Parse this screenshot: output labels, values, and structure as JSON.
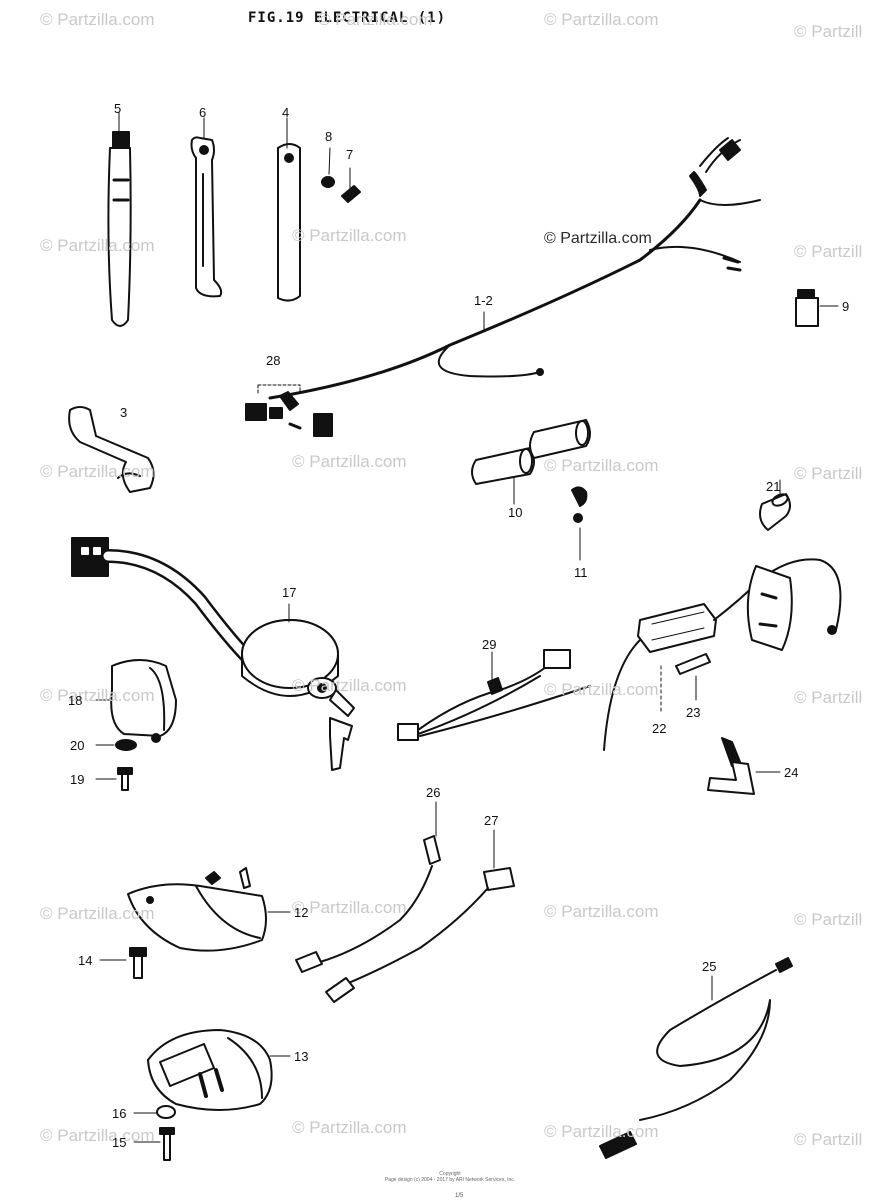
{
  "figure": {
    "title": "FIG.19 ELECTRICAL (1)"
  },
  "watermark": {
    "text": "© Partzilla.com",
    "text_short": "© Partzill"
  },
  "part_numbers": {
    "p1_2": "1-2",
    "p3": "3",
    "p4": "4",
    "p5": "5",
    "p6": "6",
    "p7": "7",
    "p8": "8",
    "p9": "9",
    "p10": "10",
    "p11": "11",
    "p12": "12",
    "p13": "13",
    "p14": "14",
    "p15": "15",
    "p16": "16",
    "p17": "17",
    "p18": "18",
    "p19": "19",
    "p20": "20",
    "p21": "21",
    "p22": "22",
    "p23": "23",
    "p24": "24",
    "p25": "25",
    "p26": "26",
    "p27": "27",
    "p28": "28",
    "p29": "29"
  },
  "footer": {
    "line1": "Copyright",
    "line2": "Page design (c) 2004 - 2017 by ARI Network Services, Inc.",
    "page": "1/5"
  }
}
